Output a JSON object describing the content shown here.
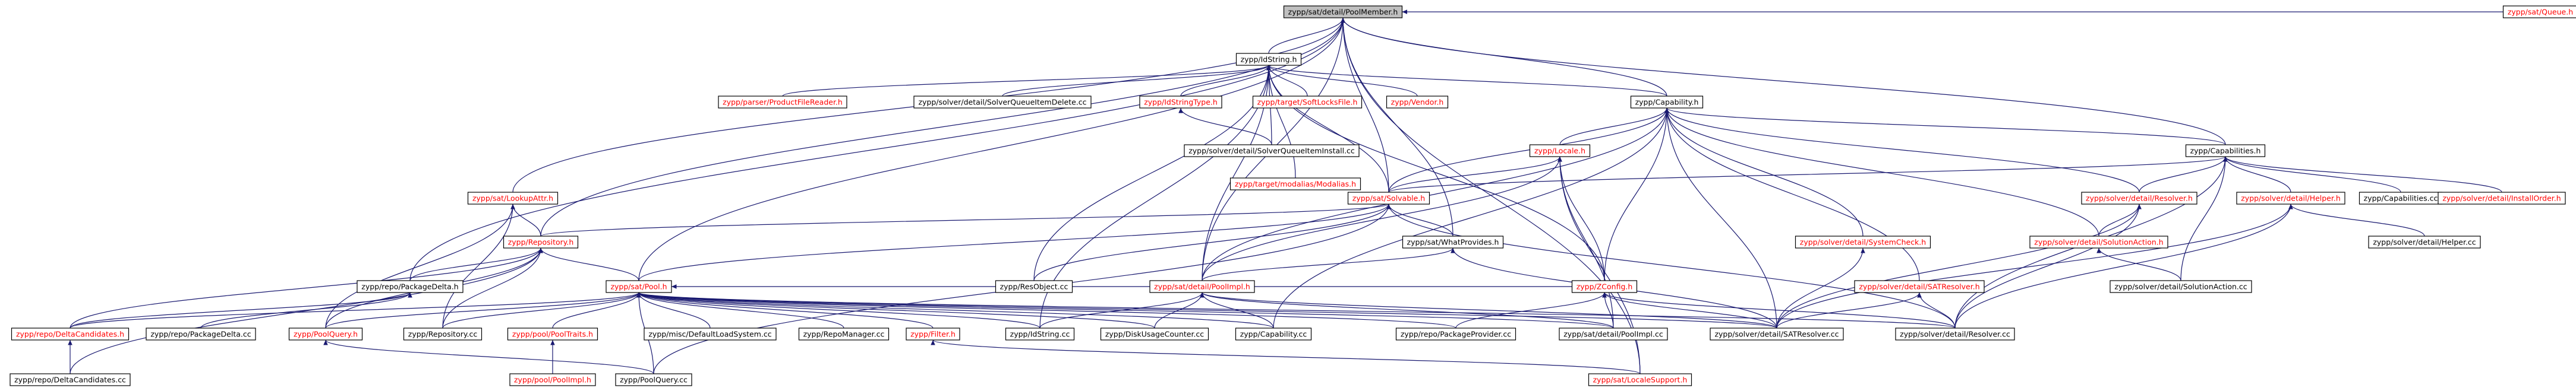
{
  "diagram": {
    "nodes": [
      {
        "id": "poolmember",
        "label": "zypp/sat/detail/PoolMember.h",
        "color": "#000000",
        "root": true
      },
      {
        "id": "queue",
        "label": "zypp/sat/Queue.h",
        "color": "#ff0000"
      },
      {
        "id": "idstring",
        "label": "zypp/IdString.h",
        "color": "#000000"
      },
      {
        "id": "productfilereader",
        "label": "zypp/parser/ProductFileReader.h",
        "color": "#ff0000"
      },
      {
        "id": "sqitemdelete",
        "label": "zypp/solver/detail/SolverQueueItemDelete.cc",
        "color": "#000000"
      },
      {
        "id": "idstringtype",
        "label": "zypp/IdStringType.h",
        "color": "#ff0000"
      },
      {
        "id": "softlocksfile",
        "label": "zypp/target/SoftLocksFile.h",
        "color": "#ff0000"
      },
      {
        "id": "vendor",
        "label": "zypp/Vendor.h",
        "color": "#ff0000"
      },
      {
        "id": "capability",
        "label": "zypp/Capability.h",
        "color": "#000000"
      },
      {
        "id": "sqiteminstall",
        "label": "zypp/solver/detail/SolverQueueItemInstall.cc",
        "color": "#000000"
      },
      {
        "id": "modalias",
        "label": "zypp/target/modalias/Modalias.h",
        "color": "#ff0000"
      },
      {
        "id": "capabilities",
        "label": "zypp/Capabilities.h",
        "color": "#000000"
      },
      {
        "id": "lookupattr",
        "label": "zypp/sat/LookupAttr.h",
        "color": "#ff0000"
      },
      {
        "id": "locale",
        "label": "zypp/Locale.h",
        "color": "#ff0000"
      },
      {
        "id": "solvable",
        "label": "zypp/sat/Solvable.h",
        "color": "#ff0000"
      },
      {
        "id": "resolver",
        "label": "zypp/solver/detail/Resolver.h",
        "color": "#ff0000"
      },
      {
        "id": "helper",
        "label": "zypp/solver/detail/Helper.h",
        "color": "#ff0000"
      },
      {
        "id": "capabilitiescc",
        "label": "zypp/Capabilities.cc",
        "color": "#000000"
      },
      {
        "id": "installorder",
        "label": "zypp/solver/detail/InstallOrder.h",
        "color": "#ff0000"
      },
      {
        "id": "repository",
        "label": "zypp/Repository.h",
        "color": "#ff0000"
      },
      {
        "id": "whatprovides",
        "label": "zypp/sat/WhatProvides.h",
        "color": "#000000"
      },
      {
        "id": "systemcheck",
        "label": "zypp/solver/detail/SystemCheck.h",
        "color": "#ff0000"
      },
      {
        "id": "solutionaction",
        "label": "zypp/solver/detail/SolutionAction.h",
        "color": "#ff0000"
      },
      {
        "id": "helpercc",
        "label": "zypp/solver/detail/Helper.cc",
        "color": "#000000"
      },
      {
        "id": "packagedelta",
        "label": "zypp/repo/PackageDelta.h",
        "color": "#000000"
      },
      {
        "id": "resobjectcc",
        "label": "zypp/ResObject.cc",
        "color": "#000000"
      },
      {
        "id": "pool",
        "label": "zypp/sat/Pool.h",
        "color": "#ff0000"
      },
      {
        "id": "poolimpl",
        "label": "zypp/sat/detail/PoolImpl.h",
        "color": "#ff0000"
      },
      {
        "id": "zconfig",
        "label": "zypp/ZConfig.h",
        "color": "#ff0000"
      },
      {
        "id": "satresolverh",
        "label": "zypp/solver/detail/SATResolver.h",
        "color": "#ff0000"
      },
      {
        "id": "solutionactioncc",
        "label": "zypp/solver/detail/SolutionAction.cc",
        "color": "#000000"
      },
      {
        "id": "deltacandidatesh",
        "label": "zypp/repo/DeltaCandidates.h",
        "color": "#ff0000"
      },
      {
        "id": "packagedeltacc",
        "label": "zypp/repo/PackageDelta.cc",
        "color": "#000000"
      },
      {
        "id": "poolqueryh",
        "label": "zypp/PoolQuery.h",
        "color": "#ff0000"
      },
      {
        "id": "repositorycc",
        "label": "zypp/Repository.cc",
        "color": "#000000"
      },
      {
        "id": "pooltraits",
        "label": "zypp/pool/PoolTraits.h",
        "color": "#ff0000"
      },
      {
        "id": "defaultloadsystem",
        "label": "zypp/misc/DefaultLoadSystem.cc",
        "color": "#000000"
      },
      {
        "id": "repomanager",
        "label": "zypp/RepoManager.cc",
        "color": "#000000"
      },
      {
        "id": "filter",
        "label": "zypp/Filter.h",
        "color": "#ff0000"
      },
      {
        "id": "idstringcc",
        "label": "zypp/IdString.cc",
        "color": "#000000"
      },
      {
        "id": "diskusage",
        "label": "zypp/DiskUsageCounter.cc",
        "color": "#000000"
      },
      {
        "id": "capabilitycc",
        "label": "zypp/Capability.cc",
        "color": "#000000"
      },
      {
        "id": "packageprovider",
        "label": "zypp/repo/PackageProvider.cc",
        "color": "#000000"
      },
      {
        "id": "poolimplcc",
        "label": "zypp/sat/detail/PoolImpl.cc",
        "color": "#000000"
      },
      {
        "id": "satresolvercc",
        "label": "zypp/solver/detail/SATResolver.cc",
        "color": "#000000"
      },
      {
        "id": "resolvercc",
        "label": "zypp/solver/detail/Resolver.cc",
        "color": "#000000"
      },
      {
        "id": "deltacandidatescc",
        "label": "zypp/repo/DeltaCandidates.cc",
        "color": "#000000"
      },
      {
        "id": "poolimplh2",
        "label": "zypp/pool/PoolImpl.h",
        "color": "#ff0000"
      },
      {
        "id": "poolquerycc",
        "label": "zypp/PoolQuery.cc",
        "color": "#000000"
      },
      {
        "id": "localesupport",
        "label": "zypp/sat/LocaleSupport.h",
        "color": "#ff0000"
      }
    ],
    "edges": [
      [
        "poolmember",
        "queue"
      ],
      [
        "poolmember",
        "idstring"
      ],
      [
        "poolmember",
        "capability"
      ],
      [
        "poolmember",
        "capabilities"
      ],
      [
        "poolmember",
        "lookupattr"
      ],
      [
        "poolmember",
        "solvable"
      ],
      [
        "poolmember",
        "repository"
      ],
      [
        "poolmember",
        "packagedelta"
      ],
      [
        "poolmember",
        "pool"
      ],
      [
        "poolmember",
        "poolimpl"
      ],
      [
        "poolmember",
        "whatprovides"
      ],
      [
        "poolmember",
        "localesupport"
      ],
      [
        "idstring",
        "productfilereader"
      ],
      [
        "idstring",
        "sqitemdelete"
      ],
      [
        "idstring",
        "idstringtype"
      ],
      [
        "idstring",
        "softlocksfile"
      ],
      [
        "idstring",
        "vendor"
      ],
      [
        "idstring",
        "capability"
      ],
      [
        "idstring",
        "sqiteminstall"
      ],
      [
        "idstring",
        "modalias"
      ],
      [
        "idstring",
        "solvable"
      ],
      [
        "idstring",
        "zconfig"
      ],
      [
        "idstring",
        "idstringcc"
      ],
      [
        "idstring",
        "resobjectcc"
      ],
      [
        "idstring",
        "poolimpl"
      ],
      [
        "idstringtype",
        "sqiteminstall"
      ],
      [
        "capability",
        "capabilities"
      ],
      [
        "capability",
        "locale"
      ],
      [
        "capability",
        "solvable"
      ],
      [
        "capability",
        "systemcheck"
      ],
      [
        "capability",
        "resolver"
      ],
      [
        "capability",
        "satresolverh"
      ],
      [
        "capability",
        "solutionaction"
      ],
      [
        "capability",
        "zconfig"
      ],
      [
        "capability",
        "satresolvercc"
      ],
      [
        "capability",
        "capabilitycc"
      ],
      [
        "capability",
        "poolimpl"
      ],
      [
        "capabilities",
        "resolver"
      ],
      [
        "capabilities",
        "helper"
      ],
      [
        "capabilities",
        "capabilitiescc"
      ],
      [
        "capabilities",
        "installorder"
      ],
      [
        "capabilities",
        "solvable"
      ],
      [
        "capabilities",
        "solutionactioncc"
      ],
      [
        "capabilities",
        "resolvercc"
      ],
      [
        "locale",
        "solvable"
      ],
      [
        "locale",
        "zconfig"
      ],
      [
        "locale",
        "poolimplcc"
      ],
      [
        "locale",
        "localesupport"
      ],
      [
        "locale",
        "poolimpl"
      ],
      [
        "solvable",
        "repository"
      ],
      [
        "solvable",
        "whatprovides"
      ],
      [
        "solvable",
        "resobjectcc"
      ],
      [
        "solvable",
        "pool"
      ],
      [
        "solvable",
        "poolquerycc"
      ],
      [
        "solvable",
        "resolvercc"
      ],
      [
        "resolver",
        "solutionaction"
      ],
      [
        "resolver",
        "satresolvercc"
      ],
      [
        "resolver",
        "resolvercc"
      ],
      [
        "helper",
        "helpercc"
      ],
      [
        "helper",
        "satresolvercc"
      ],
      [
        "helper",
        "resolvercc"
      ],
      [
        "solutionaction",
        "solutionactioncc"
      ],
      [
        "lookupattr",
        "repository"
      ],
      [
        "lookupattr",
        "repositorycc"
      ],
      [
        "lookupattr",
        "poolqueryh"
      ],
      [
        "repository",
        "packagedelta"
      ],
      [
        "repository",
        "pool"
      ],
      [
        "repository",
        "deltacandidatesh"
      ],
      [
        "repository",
        "repositorycc"
      ],
      [
        "repository",
        "poolqueryh"
      ],
      [
        "repository",
        "deltacandidatescc"
      ],
      [
        "whatprovides",
        "poolimpl"
      ],
      [
        "whatprovides",
        "satresolvercc"
      ],
      [
        "systemcheck",
        "satresolvercc"
      ],
      [
        "satresolverh",
        "satresolvercc"
      ],
      [
        "satresolverh",
        "resolvercc"
      ],
      [
        "packagedelta",
        "deltacandidatesh"
      ],
      [
        "packagedelta",
        "packagedeltacc"
      ],
      [
        "pool",
        "deltacandidatesh"
      ],
      [
        "pool",
        "poolqueryh"
      ],
      [
        "pool",
        "repositorycc"
      ],
      [
        "pool",
        "pooltraits"
      ],
      [
        "pool",
        "defaultloadsystem"
      ],
      [
        "pool",
        "repomanager"
      ],
      [
        "pool",
        "filter"
      ],
      [
        "pool",
        "idstringcc"
      ],
      [
        "pool",
        "diskusage"
      ],
      [
        "pool",
        "capabilitycc"
      ],
      [
        "pool",
        "packageprovider"
      ],
      [
        "pool",
        "poolimplcc"
      ],
      [
        "pool",
        "satresolvercc"
      ],
      [
        "pool",
        "resolvercc"
      ],
      [
        "pool",
        "poolquerycc"
      ],
      [
        "pool",
        "zconfig"
      ],
      [
        "poolimpl",
        "idstringcc"
      ],
      [
        "poolimpl",
        "diskusage"
      ],
      [
        "poolimpl",
        "capabilitycc"
      ],
      [
        "poolimpl",
        "poolimplcc"
      ],
      [
        "poolimpl",
        "satresolvercc"
      ],
      [
        "zconfig",
        "packageprovider"
      ],
      [
        "zconfig",
        "poolimplcc"
      ],
      [
        "zconfig",
        "satresolvercc"
      ],
      [
        "zconfig",
        "resolvercc"
      ],
      [
        "deltacandidatesh",
        "deltacandidatescc"
      ],
      [
        "poolqueryh",
        "poolquerycc"
      ],
      [
        "pooltraits",
        "poolimplh2"
      ],
      [
        "filter",
        "localesupport"
      ]
    ]
  }
}
